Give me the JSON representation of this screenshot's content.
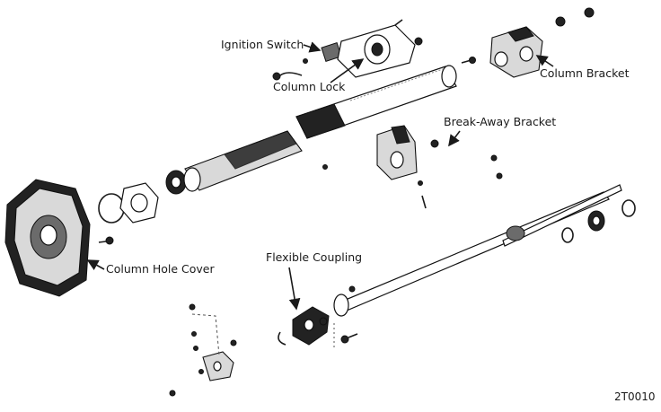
{
  "labels": {
    "ignition_switch": "Ignition Switch",
    "column_lock": "Column Lock",
    "column_bracket": "Column Bracket",
    "break_away_bracket": "Break-Away Bracket",
    "column_hole_cover": "Column Hole Cover",
    "flexible_coupling": "Flexible Coupling"
  },
  "figure_code": "2T0010"
}
